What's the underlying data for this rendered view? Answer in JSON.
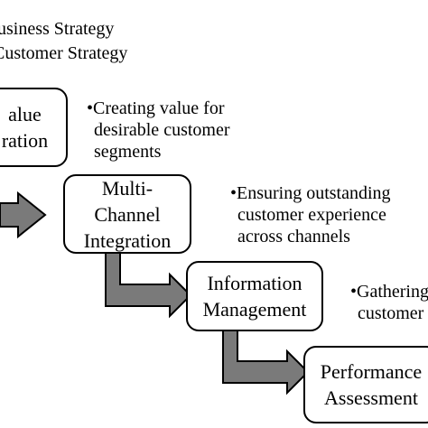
{
  "header": {
    "line1": "usiness Strategy",
    "line2": "Customer Strategy"
  },
  "steps": [
    {
      "line1": "alue",
      "line2": "ration"
    },
    {
      "line1": "Multi-",
      "line2": "Channel",
      "line3": "Integration"
    },
    {
      "line1": "Information",
      "line2": "Management"
    },
    {
      "line1": "Performance",
      "line2": "Assessment"
    }
  ],
  "notes": [
    {
      "line1": "•Creating value for",
      "line2": "desirable customer",
      "line3": "segments"
    },
    {
      "line1": "•Ensuring outstanding",
      "line2": "customer experience",
      "line3": "across channels"
    },
    {
      "line1": "•Gathering",
      "line2": "customer"
    }
  ],
  "colors": {
    "arrow": "#7a7a7a",
    "arrow_outline": "#000000",
    "border": "#000000"
  }
}
